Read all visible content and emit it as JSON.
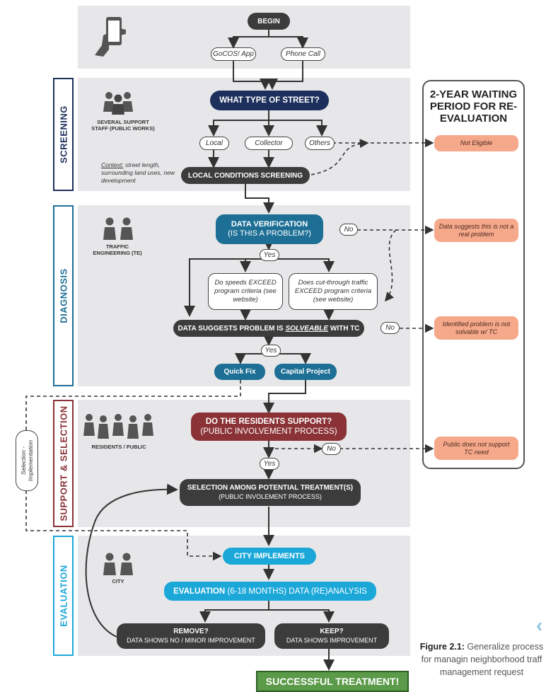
{
  "start": {
    "begin": "BEGIN",
    "app": "GoCOS! App",
    "call": "Phone Call"
  },
  "phases": {
    "screening": "SCREENING",
    "diagnosis": "DIAGNOSIS",
    "support": "SUPPORT & SELECTION",
    "evaluation": "EVALUATION"
  },
  "actors": {
    "screening": "SEVERAL SUPPORT STAFF (PUBLIC WORKS)",
    "diagnosis": "TRAFFIC ENGINEERING (TE)",
    "support": "RESIDENTS / PUBLIC",
    "evaluation": "CITY"
  },
  "screening": {
    "question": "WHAT TYPE OF STREET?",
    "local": "Local",
    "collector": "Collector",
    "others": "Others",
    "context_label": "Context:",
    "context_text": "street length, surrounding land uses, new development",
    "local_screening": "LOCAL CONDITIONS SCREENING"
  },
  "diagnosis": {
    "verify_title": "DATA VERIFICATION",
    "verify_sub": "(IS THIS A PROBLEM?)",
    "no1": "No",
    "yes1": "Yes",
    "speeds": "Do speeds EXCEED program criteria (see website)",
    "cut": "Does cut-through traffic EXCEED program criteria (see website)",
    "solve_prefix": "DATA SUGGESTS PROBLEM IS",
    "solve_key": "SOLVEABLE",
    "solve_suffix": "WITH TC",
    "no2": "No",
    "yes2": "Yes",
    "quick": "Quick Fix",
    "capital": "Capital Project"
  },
  "support": {
    "q_title": "DO THE RESIDENTS SUPPORT?",
    "q_sub": "(PUBLIC INVOLVEMENT PROCESS)",
    "no": "No",
    "yes": "Yes",
    "sel_title": "SELECTION AMONG POTENTIAL TREATMENT(S)",
    "sel_sub": "(PUBLIC INVOLEMENT PROCESS)"
  },
  "side_loop": "Selection - Implementation",
  "evaluation": {
    "implements": "CITY IMPLEMENTS",
    "eval_a": "EVALUATION",
    "eval_b": "(6-18 MONTHS)",
    "eval_c": "DATA (RE)ANALYSIS",
    "remove_title": "REMOVE?",
    "remove_sub": "DATA SHOWS NO / MINOR IMPROVEMENT",
    "keep_title": "KEEP?",
    "keep_sub": "DATA SHOWS IMPROVEMENT",
    "success": "SUCCESSFUL TREATMENT!"
  },
  "waiting": {
    "title": "2-YEAR WAITING PERIOD FOR RE-EVALUATION",
    "not_eligible": "Not Eligible",
    "not_real": "Data suggests this is not a real problem",
    "not_solvable": "Identified problem is not solvable w/ TC",
    "no_support": "Public does not support TC need"
  },
  "caption": {
    "label": "Figure 2.1:",
    "text": "Generalize process for managin neighborhood traff management request"
  },
  "colors": {
    "band": "#e7e7e9",
    "navy": "#1d2f5c",
    "teal": "#1d6f95",
    "cyan": "#1ba8d9",
    "maroon": "#8a3236",
    "green": "#5b9a48",
    "salmon": "#f6a88a",
    "dark": "#3c3c3c"
  }
}
